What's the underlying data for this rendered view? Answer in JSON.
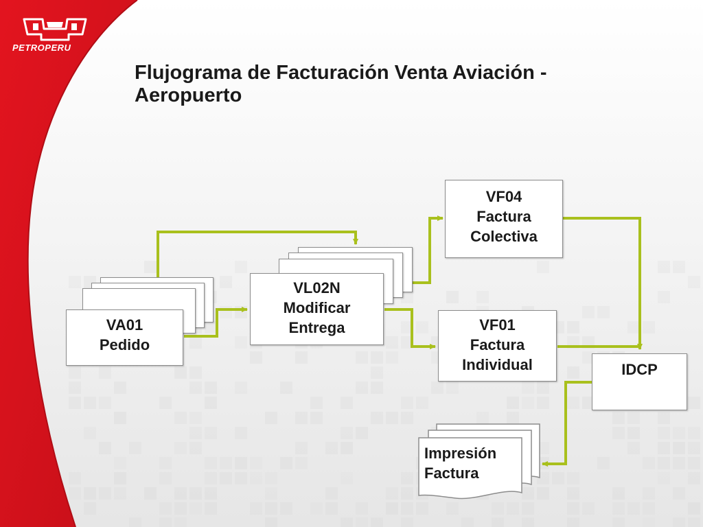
{
  "brand": {
    "name": "PETROPERU"
  },
  "title": {
    "line1": "Flujograma de Facturación Venta Aviación -",
    "line2": "Aeropuerto"
  },
  "nodes": {
    "va01": {
      "code": "VA01",
      "text": "Pedido"
    },
    "vl02n": {
      "code": "VL02N",
      "line2": "Modificar",
      "line3": "Entrega"
    },
    "vf04": {
      "code": "VF04",
      "line2": "Factura",
      "line3": "Colectiva"
    },
    "vf01": {
      "code": "VF01",
      "line2": "Factura",
      "line3": "Individual"
    },
    "idcp": {
      "code": "IDCP"
    },
    "impresion": {
      "line1": "Impresión",
      "line2": "Factura"
    }
  },
  "colors": {
    "brand_red": "#d7121d",
    "connector": "#a9c01d",
    "box_border": "#8c8c8c",
    "text": "#1a1a1a"
  }
}
